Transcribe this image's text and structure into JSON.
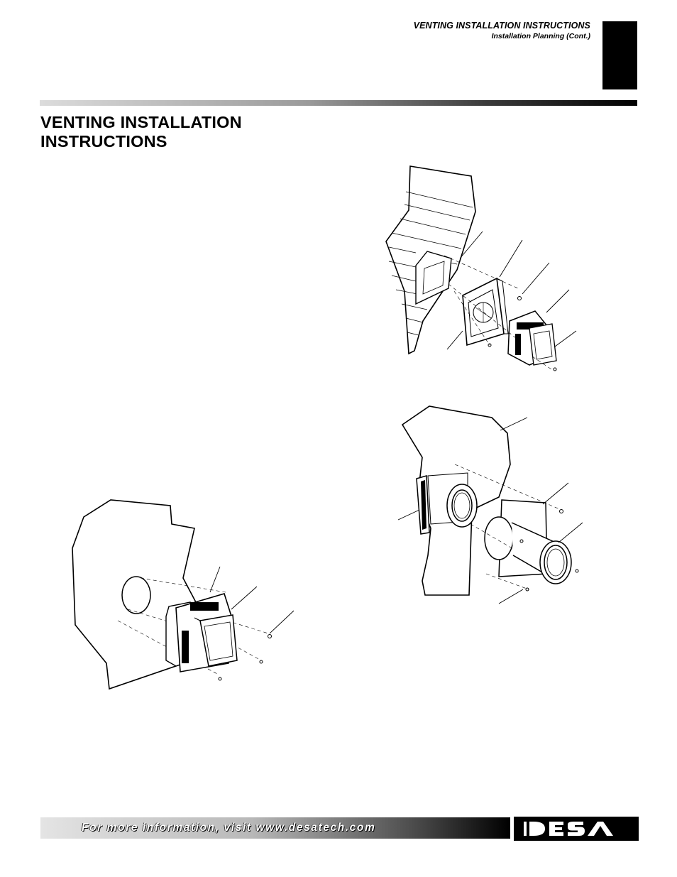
{
  "header": {
    "title": "VENTING INSTALLATION INSTRUCTIONS",
    "subtitle": "Installation Planning (Cont.)"
  },
  "section": {
    "title_line1": "VENTING INSTALLATION",
    "title_line2": "INSTRUCTIONS"
  },
  "footer": {
    "text": "For more information, visit www.desatech.com",
    "logo_text": "DESA"
  },
  "figures": [
    {
      "name": "figure-siding-vent-cap",
      "icon": "siding-wall-vent-assembly"
    },
    {
      "name": "figure-masonry-vent-pipe",
      "icon": "masonry-wall-pipe-assembly"
    },
    {
      "name": "figure-flat-wall-vent-cap",
      "icon": "flat-wall-vent-cap-assembly"
    }
  ]
}
